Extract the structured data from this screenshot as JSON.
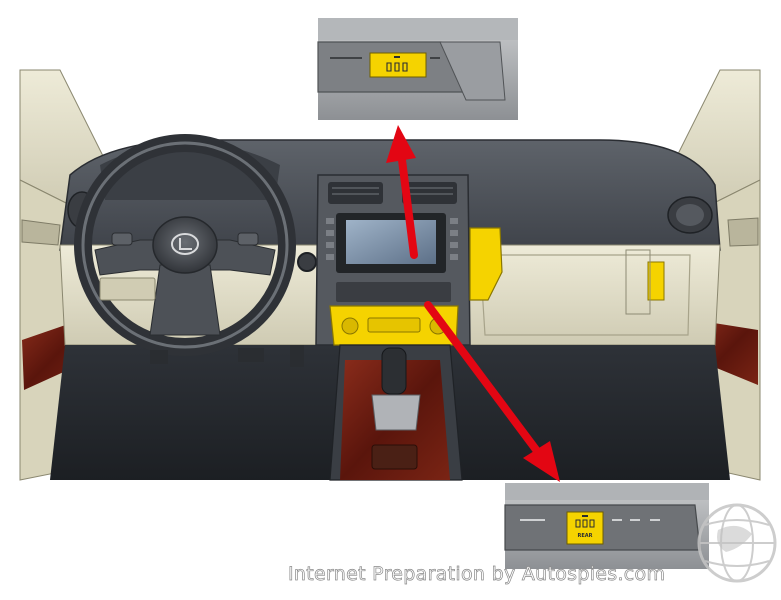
{
  "image": {
    "subject": "Lexus IS car interior dashboard illustration",
    "highlight_color": "#f5d300",
    "arrow_color": "#e30613",
    "dashboard_color": "#4a4f56",
    "trim_color": "#e2dfc9",
    "wood_color": "#6b1d12"
  },
  "insets": {
    "top": {
      "button_icon": "rear-seat-heater-icon",
      "label": ""
    },
    "bottom": {
      "button_icon": "rear-seat-heater-icon",
      "label": "REAR"
    }
  },
  "watermark": {
    "text": "Internet Preparation by Autospies.com",
    "logo_icon": "globe-logo-icon"
  }
}
